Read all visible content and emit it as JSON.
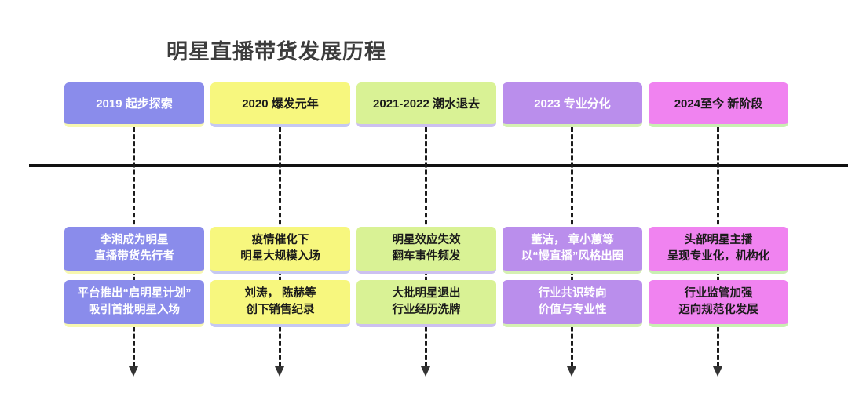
{
  "title": "明星直播带货发展历程",
  "timeline": {
    "axis_color": "#111111",
    "connector_color": "#1b1b1b",
    "arrow_icon": "triangle-down",
    "connector_style": "dashed"
  },
  "columns": [
    {
      "label": "2019 起步探索",
      "header_bg": "#8a8ceb",
      "text_color": "#ffffff",
      "shadow_color": "#f7f7b0",
      "items": [
        "李湘成为明星\n直播带货先行者",
        "平台推出“启明星计划”\n吸引首批明星入场"
      ]
    },
    {
      "label": "2020 爆发元年",
      "header_bg": "#f7f77e",
      "text_color": "#1a1a1a",
      "shadow_color": "#c5c8f2",
      "items": [
        "疫情催化下\n明星大规模入场",
        "刘涛， 陈赫等\n创下销售纪录"
      ]
    },
    {
      "label": "2021-2022 潮水退去",
      "header_bg": "#d9f295",
      "text_color": "#1a1a1a",
      "shadow_color": "#ccc0f0",
      "items": [
        "明星效应失效\n翻车事件频发",
        "大批明星退出\n行业经历洗牌"
      ]
    },
    {
      "label": "2023 专业分化",
      "header_bg": "#ba8eec",
      "text_color": "#ffffff",
      "shadow_color": "#d5f0b2",
      "items": [
        "董洁， 章小蕙等\n以“慢直播”风格出圈",
        "行业共识转向\n价值与专业性"
      ]
    },
    {
      "label": "2024至今 新阶段",
      "header_bg": "#f083f0",
      "text_color": "#1a1a1a",
      "shadow_color": "#c9efb2",
      "items": [
        "头部明星主播\n呈现专业化，机构化",
        "行业监管加强\n迈向规范化发展"
      ]
    }
  ]
}
